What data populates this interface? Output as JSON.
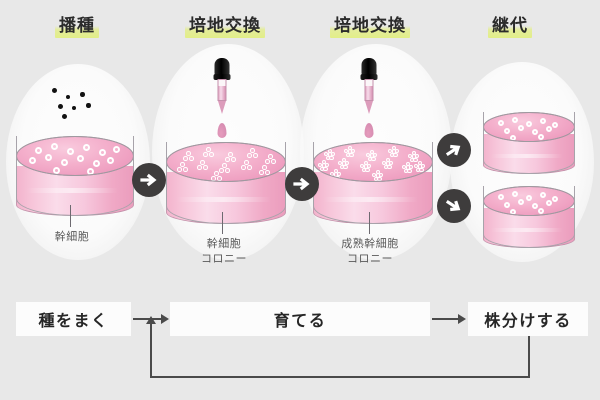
{
  "diagram": {
    "title_stages": [
      {
        "id": "seeding",
        "label": "播種"
      },
      {
        "id": "medium-change-1",
        "label": "培地交換"
      },
      {
        "id": "medium-change-2",
        "label": "培地交換"
      },
      {
        "id": "passage",
        "label": "継代"
      }
    ],
    "dish_captions": [
      {
        "id": "stem-cell",
        "line1": "幹細胞",
        "line2": ""
      },
      {
        "id": "stem-cell-colony",
        "line1": "幹細胞",
        "line2": "コロニー"
      },
      {
        "id": "mature-stem-colony",
        "line1": "成熟幹細胞",
        "line2": "コロニー"
      },
      {
        "id": "passaged-dishes",
        "line1": "",
        "line2": ""
      }
    ],
    "flow": {
      "steps": [
        {
          "id": "sow",
          "label": "種をまく"
        },
        {
          "id": "grow",
          "label": "育てる"
        },
        {
          "id": "divide",
          "label": "株分けする"
        }
      ],
      "loop_direction": "divide-back-to-grow"
    },
    "icons": {
      "arrow_right": "arrow-right-icon",
      "arrow_up_right": "arrow-up-right-icon",
      "arrow_down_right": "arrow-down-right-icon",
      "pipette": "pipette-icon",
      "droplet": "droplet-icon",
      "seed_dot": "seed-dot-icon"
    },
    "colors": {
      "background": "#e8e8e8",
      "highlight": "#e2ee82",
      "dish_medium": "#f2a9c8",
      "dish_wall": "#f7c6da",
      "arrow_circle": "#3e3c3c",
      "text": "#262626",
      "caption_text": "#595959",
      "flow_box": "#fcfcfc",
      "flow_line": "#4a4a4a"
    },
    "counts": {
      "seed_dots": 7,
      "dish1_cells": 14,
      "dish2_colonies": 11,
      "dish3_colonies": 13,
      "dish4_top_cells": 11,
      "dish4_bottom_cells": 11,
      "passage_dishes": 2
    }
  }
}
